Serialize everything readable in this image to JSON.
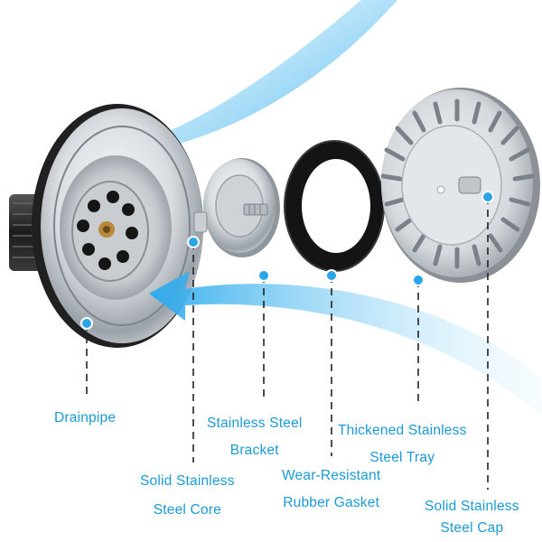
{
  "labels": {
    "drainpipe": "Drainpipe",
    "core_line1": "Solid Stainless",
    "core_line2": "Steel Core",
    "bracket_line1": "Stainless Steel",
    "bracket_line2": "Bracket",
    "gasket_line1": "Wear-Resistant",
    "gasket_line2": "Rubber Gasket",
    "tray_line1": "Thickened Stainless",
    "tray_line2": "Steel Tray",
    "cap_line1": "Solid Stainless",
    "cap_line2": "Steel Cap"
  },
  "colors": {
    "label_blue": "#1a9ad6",
    "marker_blue": "#2aa6e8",
    "arrow_blue": "#4fc3f7",
    "steel_light": "#e8ebee",
    "steel_dark": "#8a9096",
    "rubber": "#1a1a1a"
  },
  "icons": [
    "water-flow-arrow",
    "drain-body",
    "strainer-core",
    "bracket",
    "rubber-gasket",
    "strainer-basket",
    "marker-dot"
  ]
}
